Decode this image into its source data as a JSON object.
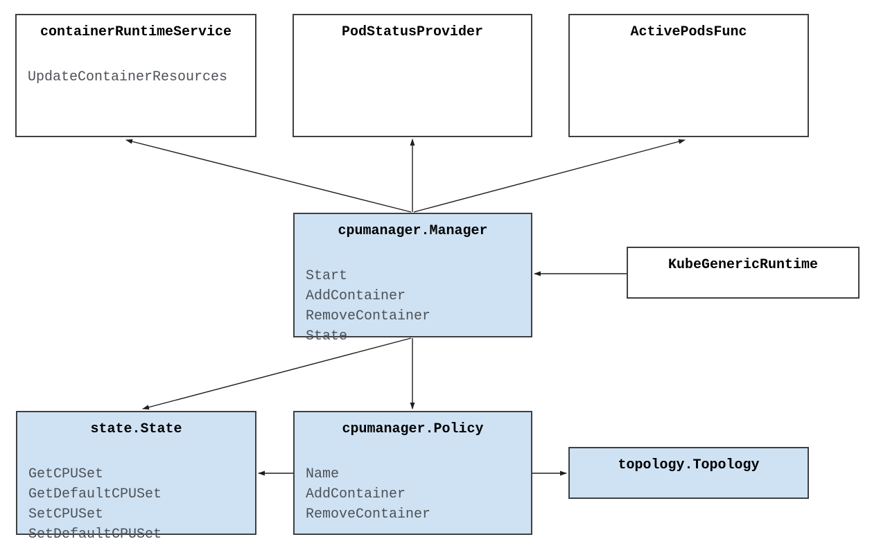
{
  "diagram": {
    "boxes": {
      "container_runtime_service": {
        "title": "containerRuntimeService",
        "methods": [
          "UpdateContainerResources"
        ],
        "fill": "#ffffff"
      },
      "pod_status_provider": {
        "title": "PodStatusProvider",
        "methods": [],
        "fill": "#ffffff"
      },
      "active_pods_func": {
        "title": "ActivePodsFunc",
        "methods": [],
        "fill": "#ffffff"
      },
      "cpumanager_manager": {
        "title": "cpumanager.Manager",
        "methods": [
          "Start",
          "AddContainer",
          "RemoveContainer",
          "State"
        ],
        "fill": "#cfe2f3"
      },
      "kube_generic_runtime": {
        "title": "KubeGenericRuntime",
        "methods": [],
        "fill": "#ffffff"
      },
      "state_state": {
        "title": "state.State",
        "methods": [
          "GetCPUSet",
          "GetDefaultCPUSet",
          "SetCPUSet",
          "SetDefaultCPUSet"
        ],
        "fill": "#cfe2f3"
      },
      "cpumanager_policy": {
        "title": "cpumanager.Policy",
        "methods": [
          "Name",
          "AddContainer",
          "RemoveContainer"
        ],
        "fill": "#cfe2f3"
      },
      "topology_topology": {
        "title": "topology.Topology",
        "methods": [],
        "fill": "#cfe2f3"
      }
    },
    "edges": [
      {
        "from": "cpumanager_manager",
        "to": "container_runtime_service"
      },
      {
        "from": "cpumanager_manager",
        "to": "pod_status_provider"
      },
      {
        "from": "cpumanager_manager",
        "to": "active_pods_func"
      },
      {
        "from": "kube_generic_runtime",
        "to": "cpumanager_manager"
      },
      {
        "from": "cpumanager_manager",
        "to": "state_state"
      },
      {
        "from": "cpumanager_manager",
        "to": "cpumanager_policy"
      },
      {
        "from": "cpumanager_policy",
        "to": "state_state"
      },
      {
        "from": "cpumanager_policy",
        "to": "topology_topology"
      }
    ],
    "colors": {
      "background": "#ffffff",
      "box_fill_white": "#ffffff",
      "box_fill_blue": "#cfe2f3",
      "box_border": "#3d3f42",
      "title_text": "#000000",
      "method_text": "#4d5156",
      "arrow": "#1f1f1f"
    }
  }
}
